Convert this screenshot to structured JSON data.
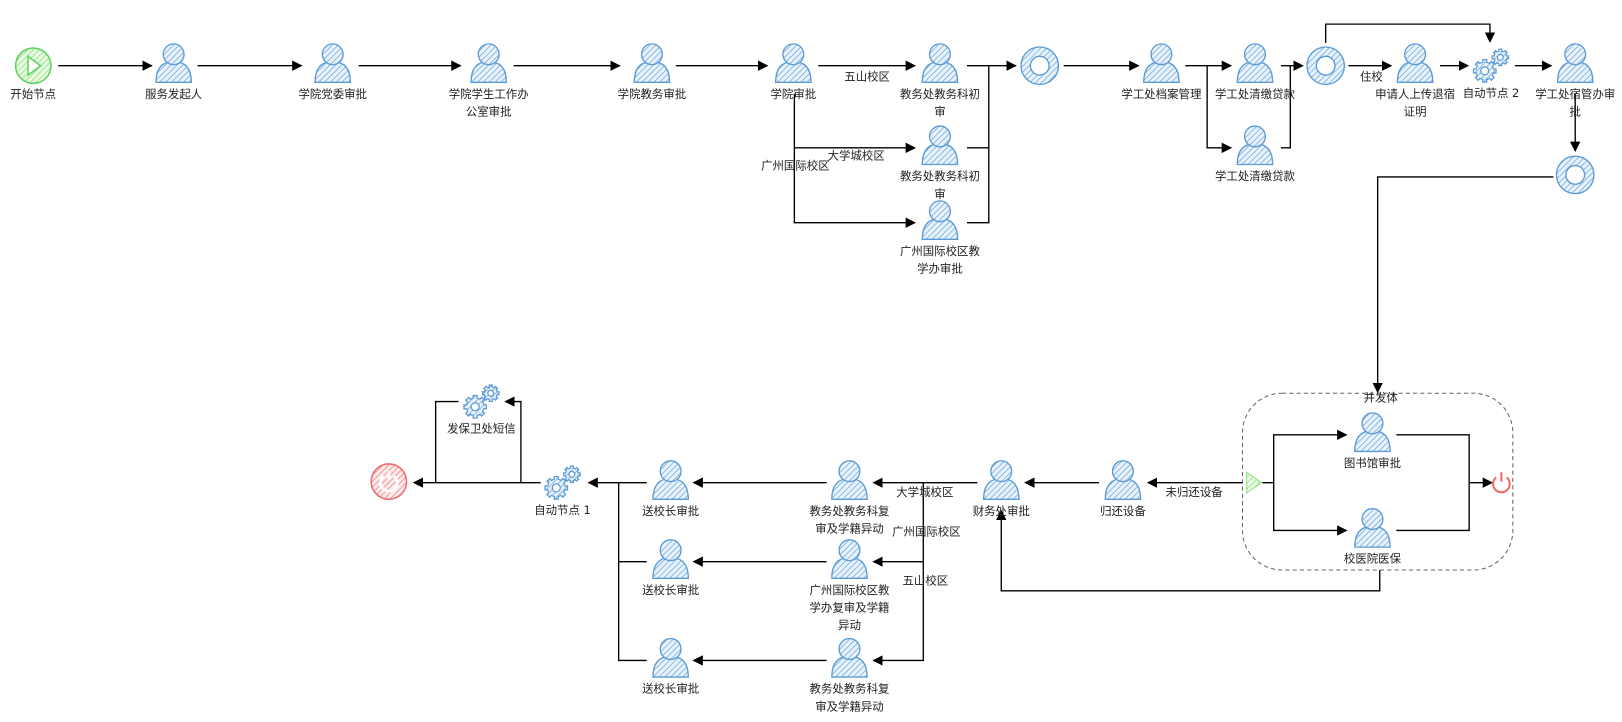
{
  "diagram": {
    "title": "Workflow process diagram",
    "colors": {
      "task": "#5b9bd5",
      "start": "#5fd35f",
      "end": "#f06b6b",
      "edge": "#000000",
      "container_border": "#666666"
    },
    "nodes": [
      {
        "id": "start",
        "type": "start-event",
        "icon": "play-icon",
        "label": [
          "开始节点"
        ]
      },
      {
        "id": "n1",
        "type": "user-task",
        "icon": "user-icon",
        "label": [
          "服务发起人"
        ]
      },
      {
        "id": "n2",
        "type": "user-task",
        "icon": "user-icon",
        "label": [
          "学院党委审批"
        ]
      },
      {
        "id": "n3",
        "type": "user-task",
        "icon": "user-icon",
        "label": [
          "学院学生工作办",
          "公室审批"
        ]
      },
      {
        "id": "n4",
        "type": "user-task",
        "icon": "user-icon",
        "label": [
          "学院教务审批"
        ]
      },
      {
        "id": "n5",
        "type": "user-task",
        "icon": "user-icon",
        "label": [
          "学院审批"
        ]
      },
      {
        "id": "n6a",
        "type": "user-task",
        "icon": "user-icon",
        "label": [
          "教务处教务科初",
          "审"
        ]
      },
      {
        "id": "n6b",
        "type": "user-task",
        "icon": "user-icon",
        "label": [
          "教务处教务科初",
          "审"
        ]
      },
      {
        "id": "n6c",
        "type": "user-task",
        "icon": "user-icon",
        "label": [
          "广州国际校区教",
          "学办审批"
        ]
      },
      {
        "id": "gw1",
        "type": "gateway-ring",
        "icon": "ring-icon",
        "label": []
      },
      {
        "id": "n7",
        "type": "user-task",
        "icon": "user-icon",
        "label": [
          "学工处档案管理"
        ]
      },
      {
        "id": "n8a",
        "type": "user-task",
        "icon": "user-icon",
        "label": [
          "学工处清缴贷款"
        ]
      },
      {
        "id": "n8b",
        "type": "user-task",
        "icon": "user-icon",
        "label": [
          "学工处清缴贷款"
        ]
      },
      {
        "id": "gw2",
        "type": "gateway-ring",
        "icon": "ring-icon",
        "label": []
      },
      {
        "id": "n9",
        "type": "user-task",
        "icon": "user-icon",
        "label": [
          "申请人上传退宿",
          "证明"
        ]
      },
      {
        "id": "auto2",
        "type": "service-task",
        "icon": "gears-icon",
        "label": [
          "自动节点 2"
        ]
      },
      {
        "id": "n10",
        "type": "user-task",
        "icon": "user-icon",
        "label": [
          "学工处宿管办审",
          "批"
        ]
      },
      {
        "id": "gw3",
        "type": "gateway-ring",
        "icon": "ring-icon",
        "label": []
      },
      {
        "id": "p_start",
        "type": "sub-start",
        "icon": "triangle-icon",
        "label": []
      },
      {
        "id": "n11a",
        "type": "user-task",
        "icon": "user-icon",
        "label": [
          "图书馆审批"
        ]
      },
      {
        "id": "n11b",
        "type": "user-task",
        "icon": "user-icon",
        "label": [
          "校医院医保"
        ]
      },
      {
        "id": "p_end",
        "type": "sub-end",
        "icon": "power-icon",
        "label": []
      },
      {
        "id": "n12",
        "type": "user-task",
        "icon": "user-icon",
        "label": [
          "归还设备"
        ]
      },
      {
        "id": "n13",
        "type": "user-task",
        "icon": "user-icon",
        "label": [
          "财务处审批"
        ]
      },
      {
        "id": "n14a",
        "type": "user-task",
        "icon": "user-icon",
        "label": [
          "教务处教务科复",
          "审及学籍异动"
        ]
      },
      {
        "id": "n14b",
        "type": "user-task",
        "icon": "user-icon",
        "label": [
          "广州国际校区教",
          "学办复审及学籍",
          "异动"
        ]
      },
      {
        "id": "n14c",
        "type": "user-task",
        "icon": "user-icon",
        "label": [
          "教务处教务科复",
          "审及学籍异动"
        ]
      },
      {
        "id": "n15a",
        "type": "user-task",
        "icon": "user-icon",
        "label": [
          "送校长审批"
        ]
      },
      {
        "id": "n15b",
        "type": "user-task",
        "icon": "user-icon",
        "label": [
          "送校长审批"
        ]
      },
      {
        "id": "n15c",
        "type": "user-task",
        "icon": "user-icon",
        "label": [
          "送校长审批"
        ]
      },
      {
        "id": "auto1",
        "type": "service-task",
        "icon": "gears-icon",
        "label": [
          "自动节点 1"
        ]
      },
      {
        "id": "sms",
        "type": "service-task",
        "icon": "gears-icon",
        "label": [
          "发保卫处短信"
        ]
      },
      {
        "id": "end",
        "type": "end-event",
        "icon": "power-icon",
        "label": []
      }
    ],
    "container": {
      "id": "parallel",
      "label": "并发体"
    },
    "edge_labels": {
      "wushan_top": "五山校区",
      "daxuecheng_top": "大学城校区",
      "guangzhou_top": "广州国际校区",
      "zhuxiao": "住校",
      "weiguihuan": "未归还设备",
      "daxuecheng_bottom": "大学城校区",
      "guangzhou_bottom": "广州国际校区",
      "wushan_bottom": "五山校区"
    }
  }
}
